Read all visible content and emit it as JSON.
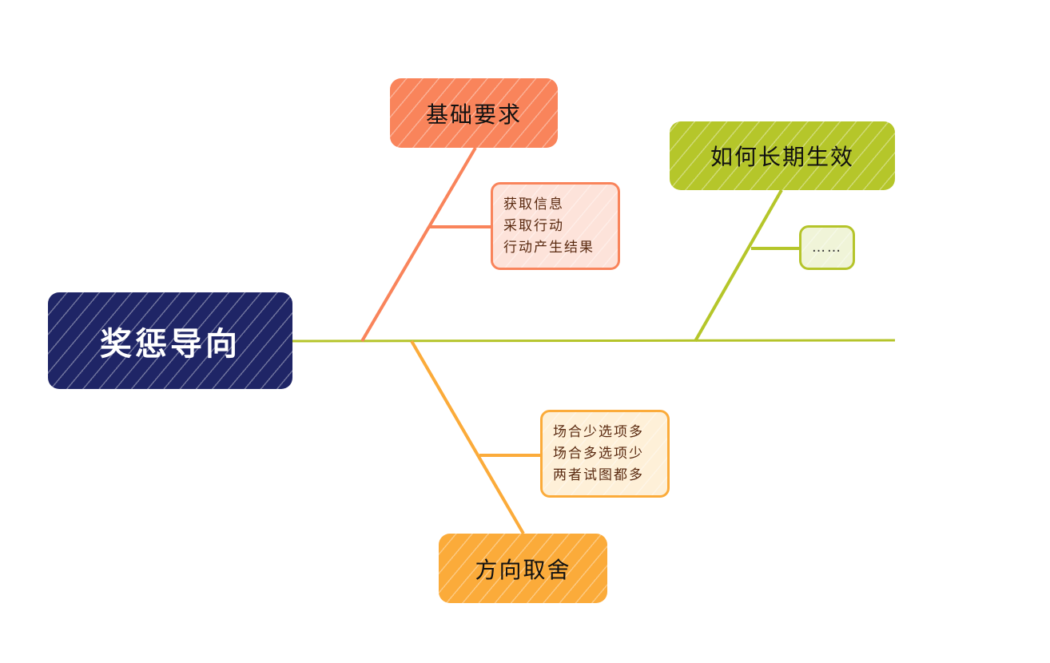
{
  "root": {
    "label": "奖惩导向",
    "color": "#1f2566"
  },
  "spine_color": "#b5c42a",
  "branches": [
    {
      "title": "基础要求",
      "color": "#f9845b",
      "items": [
        "获取信息",
        "采取行动",
        "行动产生结果"
      ]
    },
    {
      "title": "如何长期生效",
      "color": "#b5c62a",
      "items": [
        "……"
      ]
    },
    {
      "title": "方向取舍",
      "color": "#fbab3a",
      "items": [
        "场合少选项多",
        "场合多选项少",
        "两者试图都多"
      ]
    }
  ]
}
